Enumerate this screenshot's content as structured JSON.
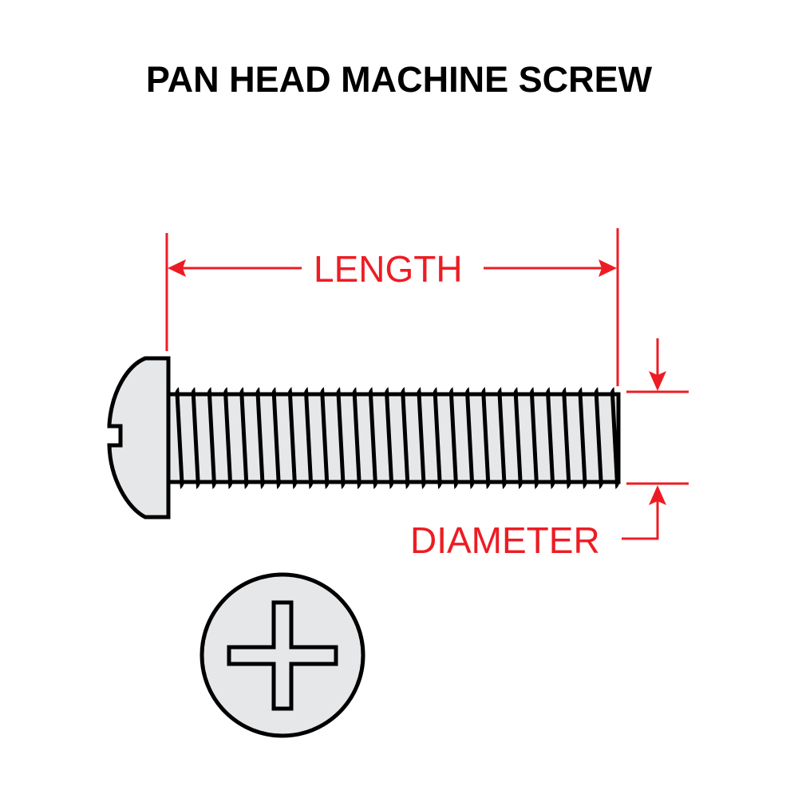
{
  "title": "PAN HEAD MACHINE SCREW",
  "labels": {
    "length": "LENGTH",
    "diameter": "DIAMETER"
  },
  "colors": {
    "dimension": "#ed1c24",
    "outline": "#000000",
    "fill": "#e6e7e8",
    "background": "#ffffff"
  },
  "parts": {
    "side_view": "pan-head-screw-side-view",
    "top_view": "phillips-head-top-view"
  },
  "thread_count": 28
}
